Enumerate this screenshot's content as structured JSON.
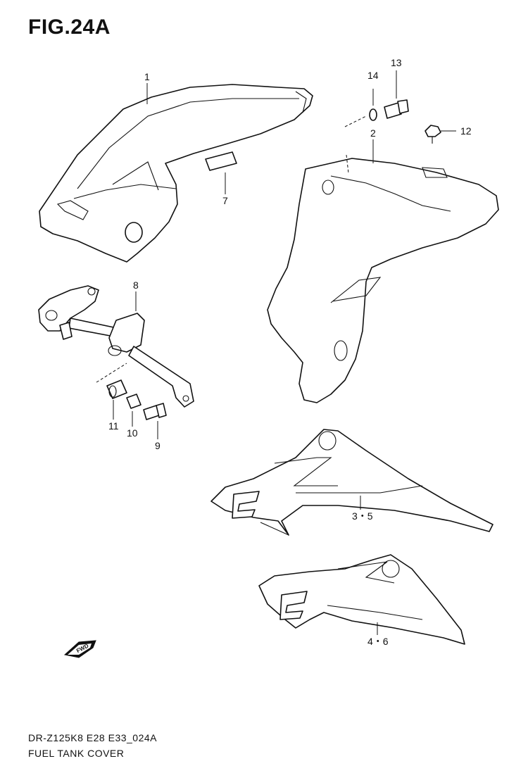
{
  "figure": {
    "title": "FIG.24A"
  },
  "footer": {
    "code": "DR-Z125K8 E28 E33_024A",
    "name": "FUEL TANK COVER"
  },
  "fwd_badge": {
    "label": "FWD"
  },
  "callouts": [
    {
      "id": "1",
      "label": "1"
    },
    {
      "id": "2",
      "label": "2"
    },
    {
      "id": "3_5",
      "label": "3・5"
    },
    {
      "id": "4_6",
      "label": "4・6"
    },
    {
      "id": "7",
      "label": "7"
    },
    {
      "id": "8",
      "label": "8"
    },
    {
      "id": "9",
      "label": "9"
    },
    {
      "id": "10",
      "label": "10"
    },
    {
      "id": "11",
      "label": "11"
    },
    {
      "id": "12",
      "label": "12"
    },
    {
      "id": "13",
      "label": "13"
    },
    {
      "id": "14",
      "label": "14"
    }
  ]
}
